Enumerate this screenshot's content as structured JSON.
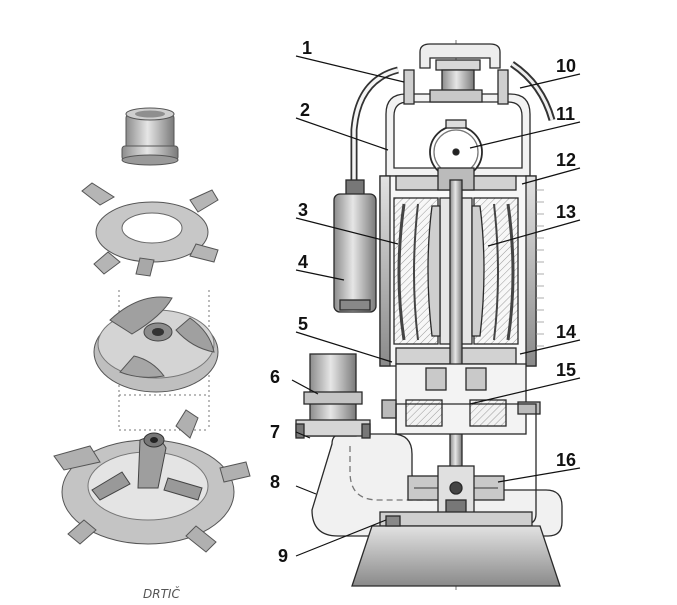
{
  "figure": {
    "caption": "DRTIČ",
    "callouts": [
      "1",
      "2",
      "3",
      "4",
      "5",
      "6",
      "7",
      "8",
      "9",
      "10",
      "11",
      "12",
      "13",
      "14",
      "15",
      "16"
    ]
  },
  "colors": {
    "line": "#2a2a2a",
    "metal_light": "#d8d8d8",
    "metal_mid": "#a9a9a9",
    "metal_dark": "#6e6e6e",
    "winding": "#bdbdbd",
    "background": "#ffffff"
  }
}
